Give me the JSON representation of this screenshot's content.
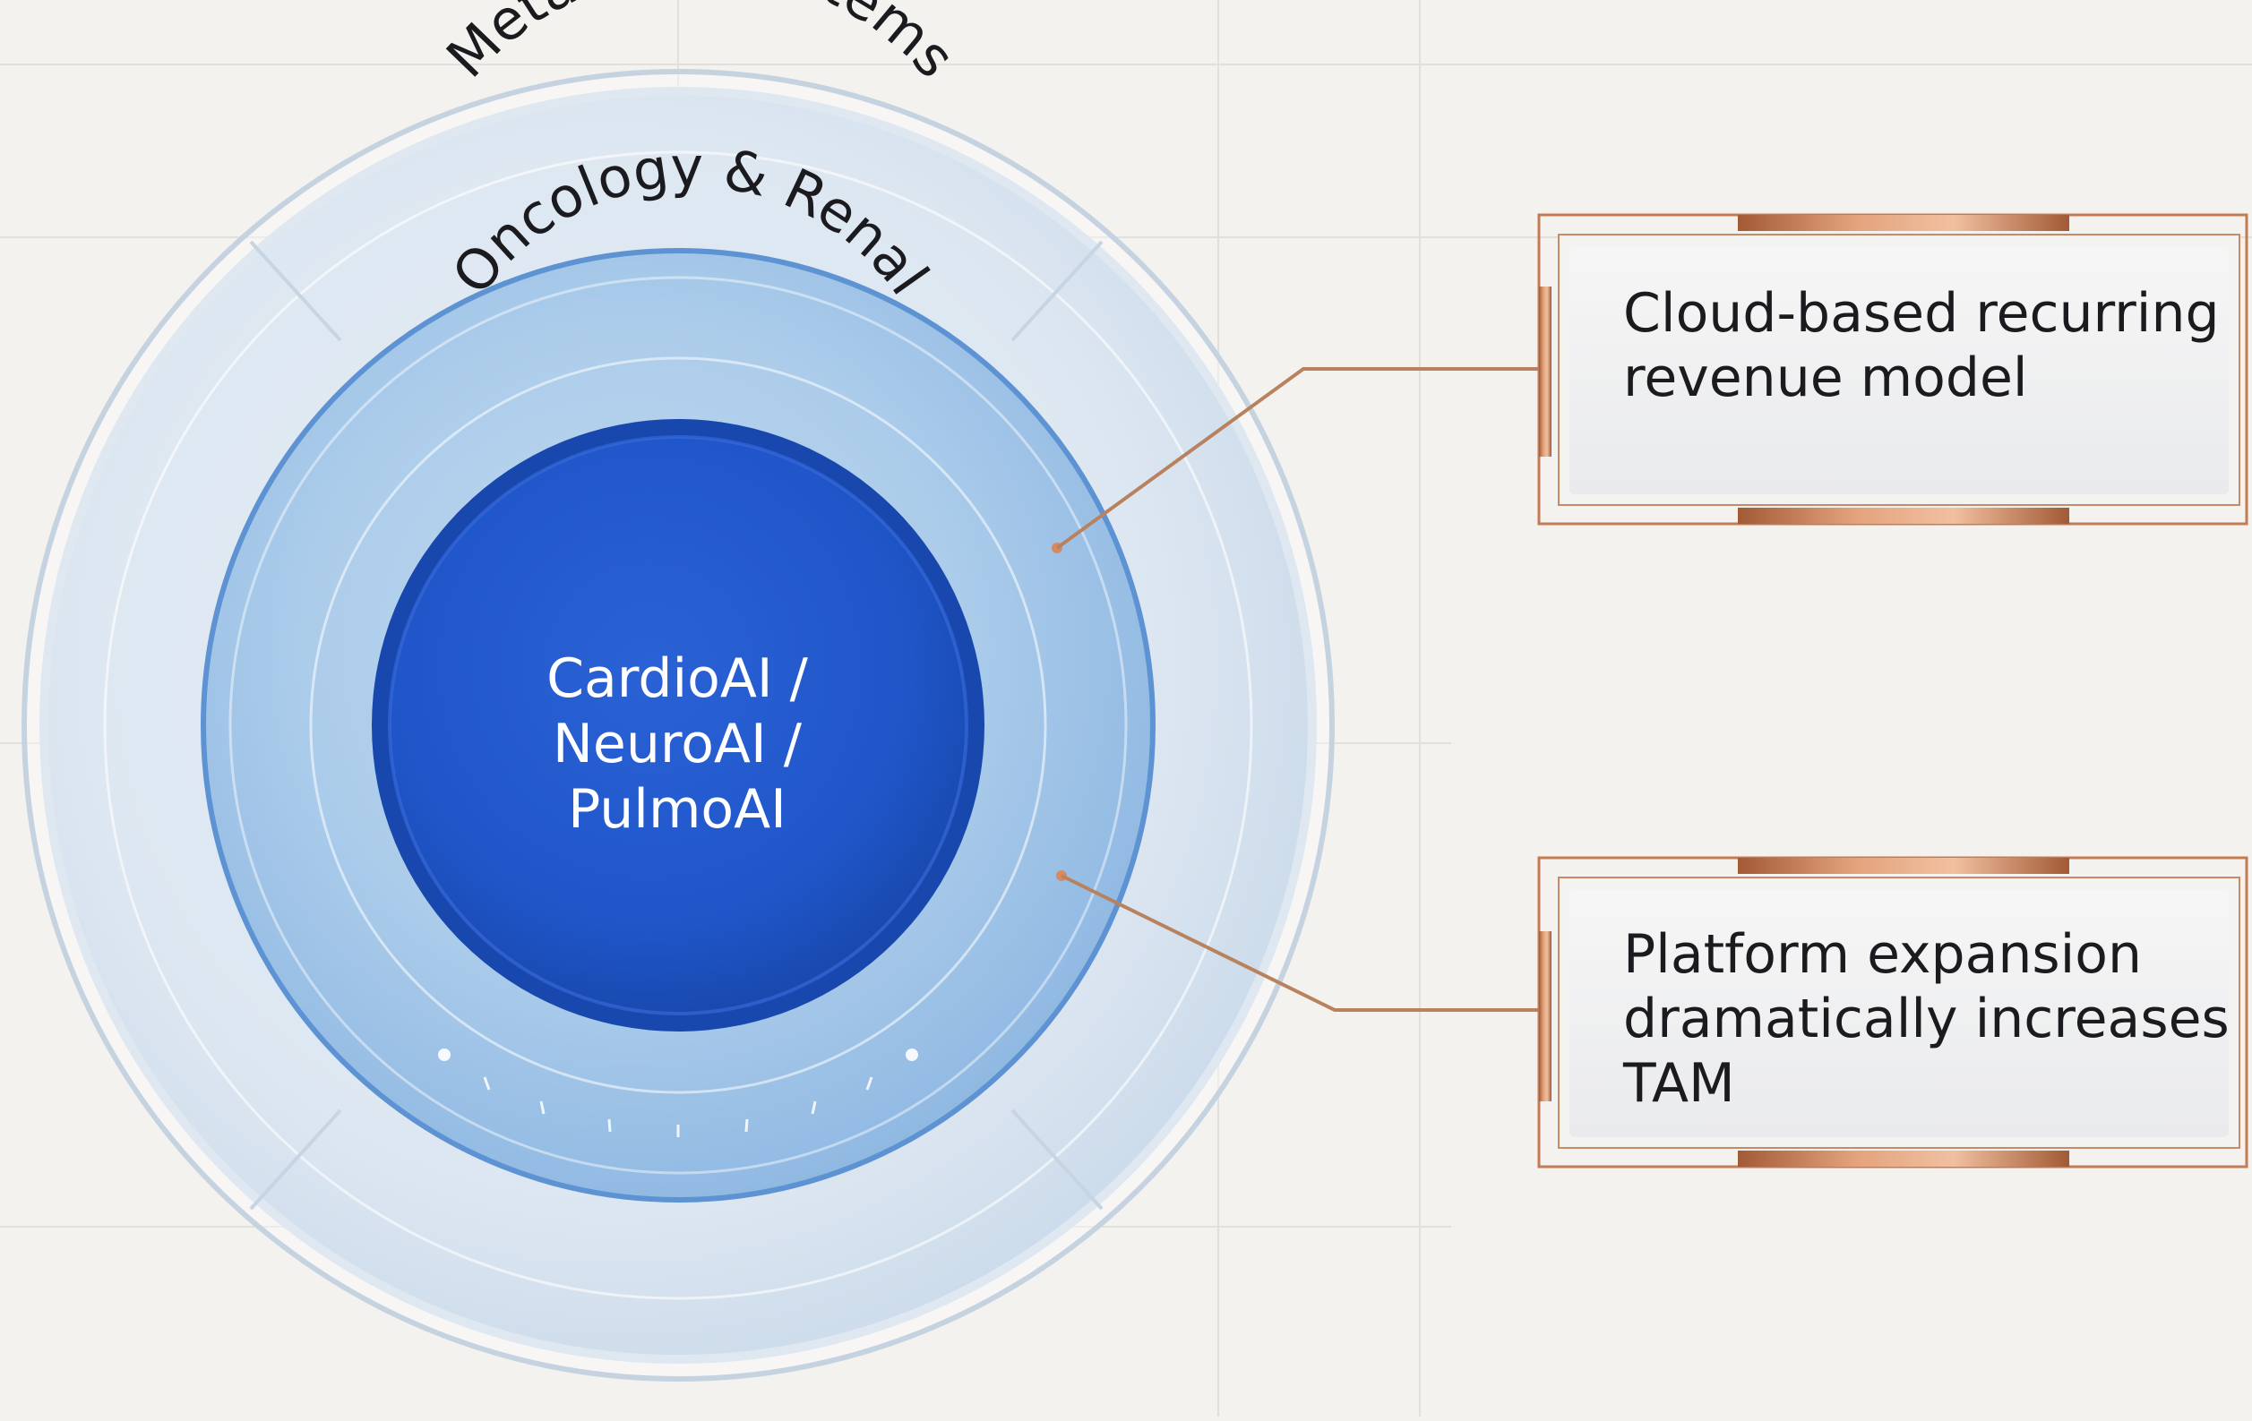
{
  "diagram": {
    "rings": {
      "outer_label": "Metabolic Systems",
      "middle_label": "Oncology & Renal",
      "core_lines": [
        "CardioAI /",
        "NeuroAI /",
        "PulmoAI"
      ]
    },
    "callouts": [
      {
        "lines": [
          "Cloud-based recurring",
          "revenue model"
        ]
      },
      {
        "lines": [
          "Platform expansion",
          "dramatically increases",
          "TAM"
        ]
      }
    ],
    "colors": {
      "background": "#f3f2ee",
      "core_blue": "#1d52c4",
      "middle_ring": "#a9cbe8",
      "outer_ring": "#dbe6f0",
      "copper_accent": "#c0744a",
      "text_dark": "#1b1b1f"
    }
  }
}
